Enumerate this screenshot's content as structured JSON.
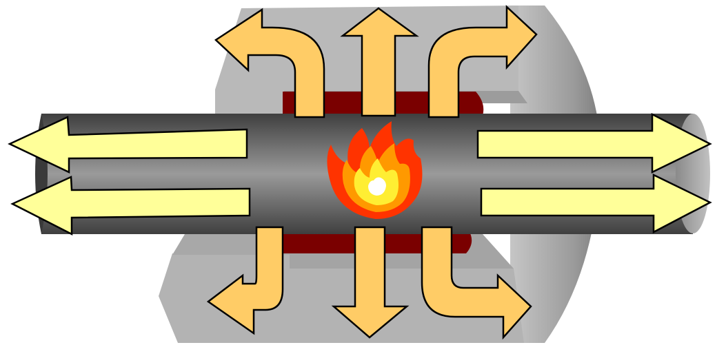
{
  "diagram": {
    "type": "heat-transfer-illustration",
    "colors": {
      "background": "#ffffff",
      "housing_light": "#c9c9c9",
      "housing_mid": "#a9a9a9",
      "housing_dark": "#8e8e8e",
      "pipe_light": "#9a9a9a",
      "pipe_dark": "#454545",
      "pipe_end": "#b5b5b5",
      "heater_band": "#7a0000",
      "axial_arrow": "#ffff99",
      "radial_arrow": "#ffcc66",
      "outline": "#000000",
      "flame_outer": "#ff3300",
      "flame_mid": "#ff9900",
      "flame_inner": "#ffee33",
      "flame_core": "#ffffff"
    },
    "icons": {
      "heat_source": "flame-icon",
      "axial_flow": "straight-arrow",
      "radial_flow": "curved-arrow"
    },
    "axial_arrows": [
      {
        "name": "left-upper",
        "direction": "left"
      },
      {
        "name": "left-lower",
        "direction": "left"
      },
      {
        "name": "right-upper",
        "direction": "right"
      },
      {
        "name": "right-lower",
        "direction": "right"
      }
    ],
    "radial_arrows": [
      {
        "name": "top-left",
        "direction": "up-left"
      },
      {
        "name": "top-center",
        "direction": "up"
      },
      {
        "name": "top-right",
        "direction": "up-right"
      },
      {
        "name": "bottom-left",
        "direction": "down-left"
      },
      {
        "name": "bottom-center",
        "direction": "down"
      },
      {
        "name": "bottom-right",
        "direction": "down-right"
      }
    ]
  }
}
